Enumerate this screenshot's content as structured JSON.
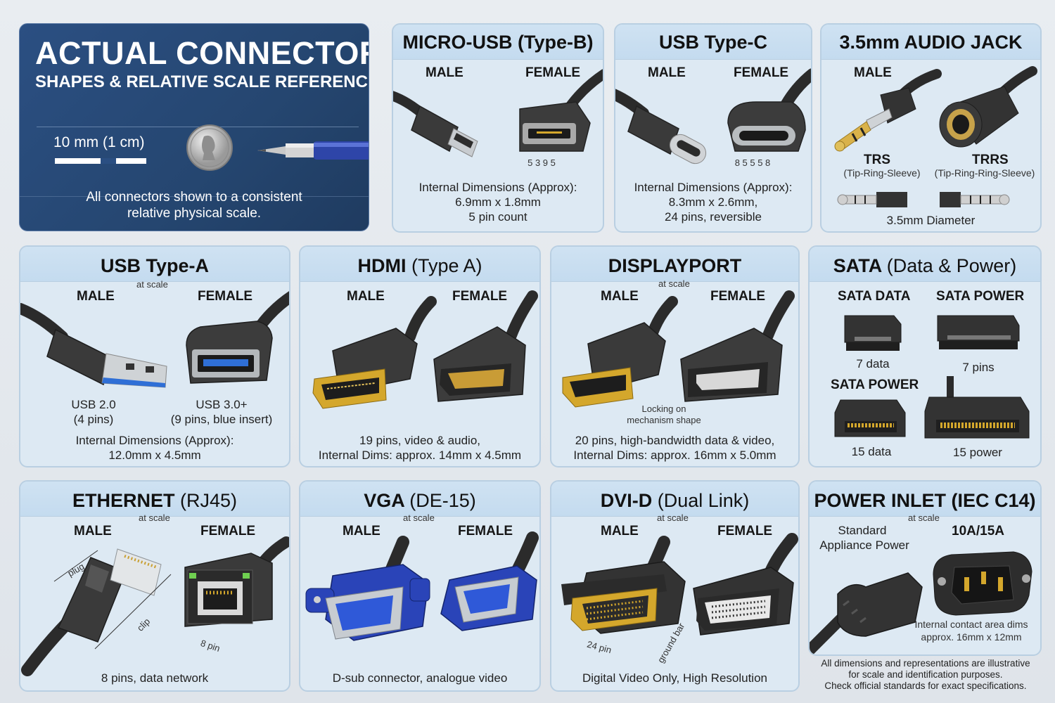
{
  "hero": {
    "title": "ACTUAL CONNECTOR",
    "subtitle": "SHAPES & RELATIVE SCALE REFERENCE",
    "scale_label": "10 mm (1 cm)",
    "note_line1": "All connectors shown to a consistent",
    "note_line2": "relative physical scale.",
    "icons": [
      "coin-icon",
      "pen-icon"
    ]
  },
  "common": {
    "male": "MALE",
    "female": "FEMALE",
    "at_scale": "at scale"
  },
  "micro_usb": {
    "title": "MICRO-USB (Type-B)",
    "pin_label": "5 3 9 5",
    "dims_title": "Internal Dimensions (Approx):",
    "dims_value": "6.9mm x 1.8mm",
    "dims_note": "5 pin count"
  },
  "usb_c": {
    "title": "USB Type-C",
    "pin_label": "8 5 5 5 8",
    "dims_title": "Internal Dimensions (Approx):",
    "dims_value": "8.3mm x 2.6mm,",
    "dims_note": "24 pins, reversible"
  },
  "audio": {
    "title": "3.5mm AUDIO JACK",
    "trs": "TRS",
    "trs_desc": "(Tip-Ring-Sleeve)",
    "trrs": "TRRS",
    "trrs_desc": "(Tip-Ring-Ring-Sleeve)",
    "diameter": "3.5mm Diameter"
  },
  "usb_a": {
    "title": "USB Type-A",
    "usb2": "USB 2.0",
    "usb2_pins": "(4 pins)",
    "usb3": "USB 3.0+",
    "usb3_pins": "(9 pins, blue insert)",
    "dims_title": "Internal Dimensions (Approx):",
    "dims_value": "12.0mm x 4.5mm"
  },
  "hdmi": {
    "title_main": "HDMI",
    "title_sub": "(Type A)",
    "line1": "19 pins, video & audio,",
    "line2": "Internal Dims: approx. 14mm x 4.5mm"
  },
  "displayport": {
    "title": "DISPLAYPORT",
    "lock_note_1": "Locking on",
    "lock_note_2": "mechanism shape",
    "line1": "20 pins, high-bandwidth data & video,",
    "line2": "Internal Dims: approx. 16mm x 5.0mm"
  },
  "sata": {
    "title_main": "SATA",
    "title_sub": "(Data & Power)",
    "data_label": "SATA DATA",
    "power_label": "SATA POWER",
    "data_pins": "7 data",
    "power_pins": "7 pins",
    "power_label_2": "SATA POWER",
    "data15": "15 data",
    "power15": "15 power"
  },
  "ethernet": {
    "title_main": "ETHERNET",
    "title_sub": "(RJ45)",
    "plug": "plug",
    "clip": "clip",
    "pins": "8 pin",
    "caption": "8 pins, data network"
  },
  "vga": {
    "title_main": "VGA",
    "title_sub": "(DE-15)",
    "caption": "D-sub connector, analogue video"
  },
  "dvi": {
    "title_main": "DVI-D",
    "title_sub": "(Dual Link)",
    "pins": "24 pin",
    "ground": "ground bar",
    "caption": "Digital Video Only, High Resolution"
  },
  "power": {
    "title": "POWER INLET (IEC C14)",
    "std1": "Standard",
    "std2": "Appliance Power",
    "rating": "10A/15A",
    "dims1": "Internal contact area dims",
    "dims2": "approx. 16mm x 12mm"
  },
  "disclaimer": {
    "line1": "All dimensions and representations are illustrative",
    "line2": "for scale and identification purposes.",
    "line3": "Check official standards for exact specifications."
  },
  "colors": {
    "hero_bg": "#254670",
    "card_bg": "#dde9f3",
    "card_head": "#c4dbef",
    "usb3_blue": "#2f6fd6",
    "vga_blue": "#2a44b8",
    "gold": "#d4a72c"
  }
}
